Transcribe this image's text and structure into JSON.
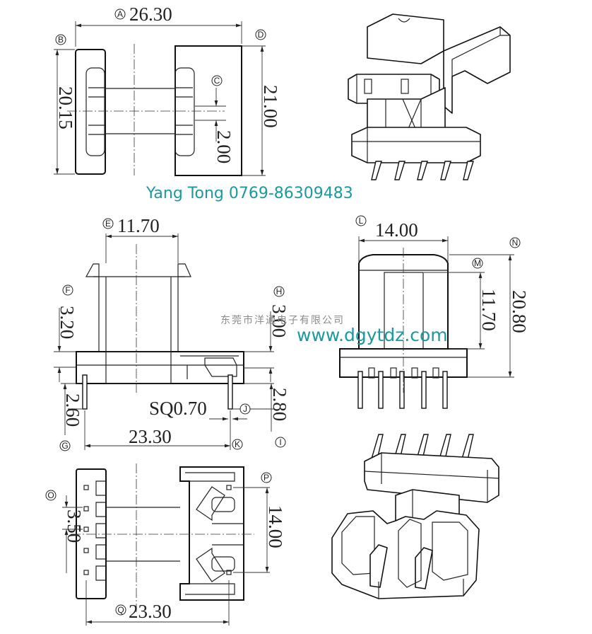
{
  "watermark": {
    "brand": "Yang Tong 0769-86309483",
    "company": "东莞市洋通电子有限公司",
    "website": "www.dgytdz.com"
  },
  "dimensions": {
    "A": "26.30",
    "B": "20.15",
    "C": "2.00",
    "D": "21.00",
    "E": "11.70",
    "F": "3.20",
    "G": "2.60",
    "H": "3.00",
    "I": "2.80",
    "J": "SQ0.70",
    "K": "23.30",
    "L": "14.00",
    "M": "11.70",
    "N": "20.80",
    "O": "3.50",
    "P": "14.00",
    "Q": "23.30"
  },
  "labels": {
    "A": "A",
    "B": "B",
    "C": "C",
    "D": "D",
    "E": "E",
    "F": "F",
    "G": "G",
    "H": "H",
    "I": "I",
    "J": "J",
    "K": "K",
    "L": "L",
    "M": "M",
    "N": "N",
    "O": "O",
    "P": "P",
    "Q": "Q"
  }
}
